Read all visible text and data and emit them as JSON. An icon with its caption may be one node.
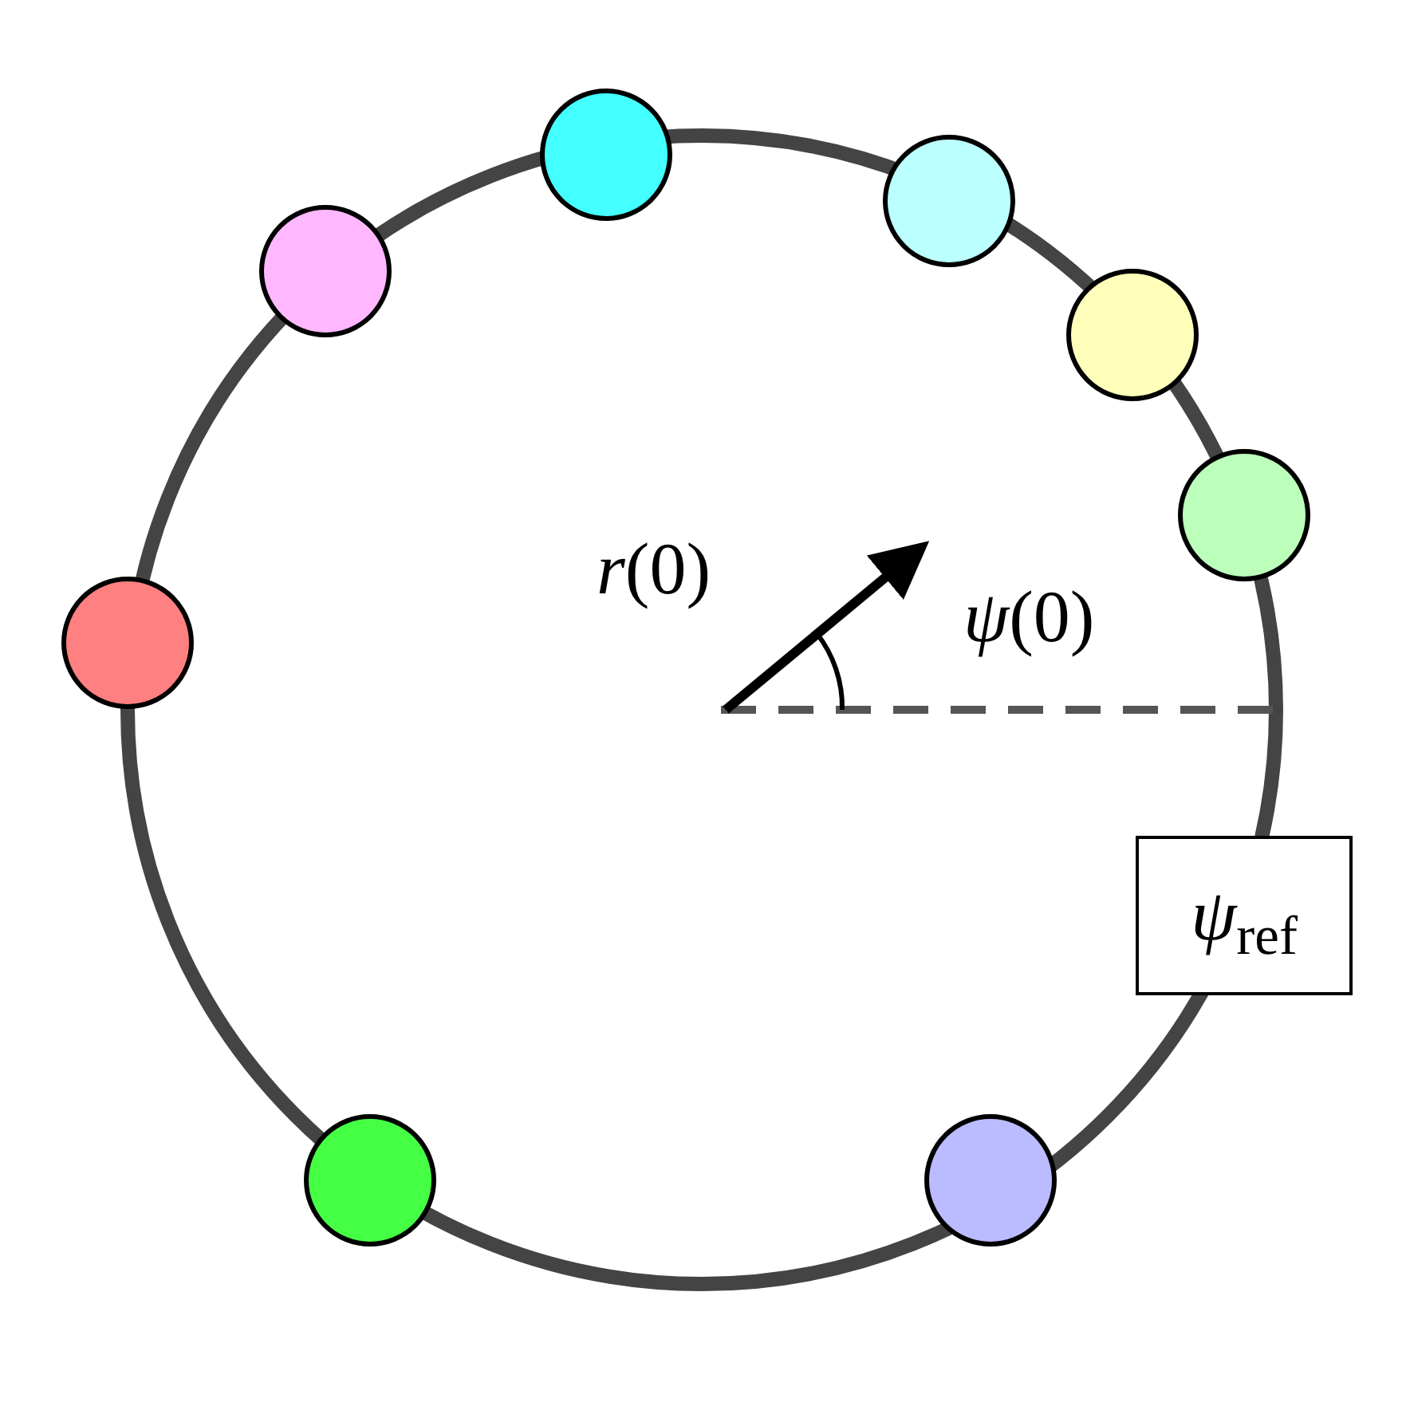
{
  "diagram": {
    "nodes": [
      {
        "text": [
          "*ψ*$_{ref}$"
        ]
      }
    ],
    "labels": [
      "*r*(0)",
      "*ψ*(0)"
    ]
  }
}
